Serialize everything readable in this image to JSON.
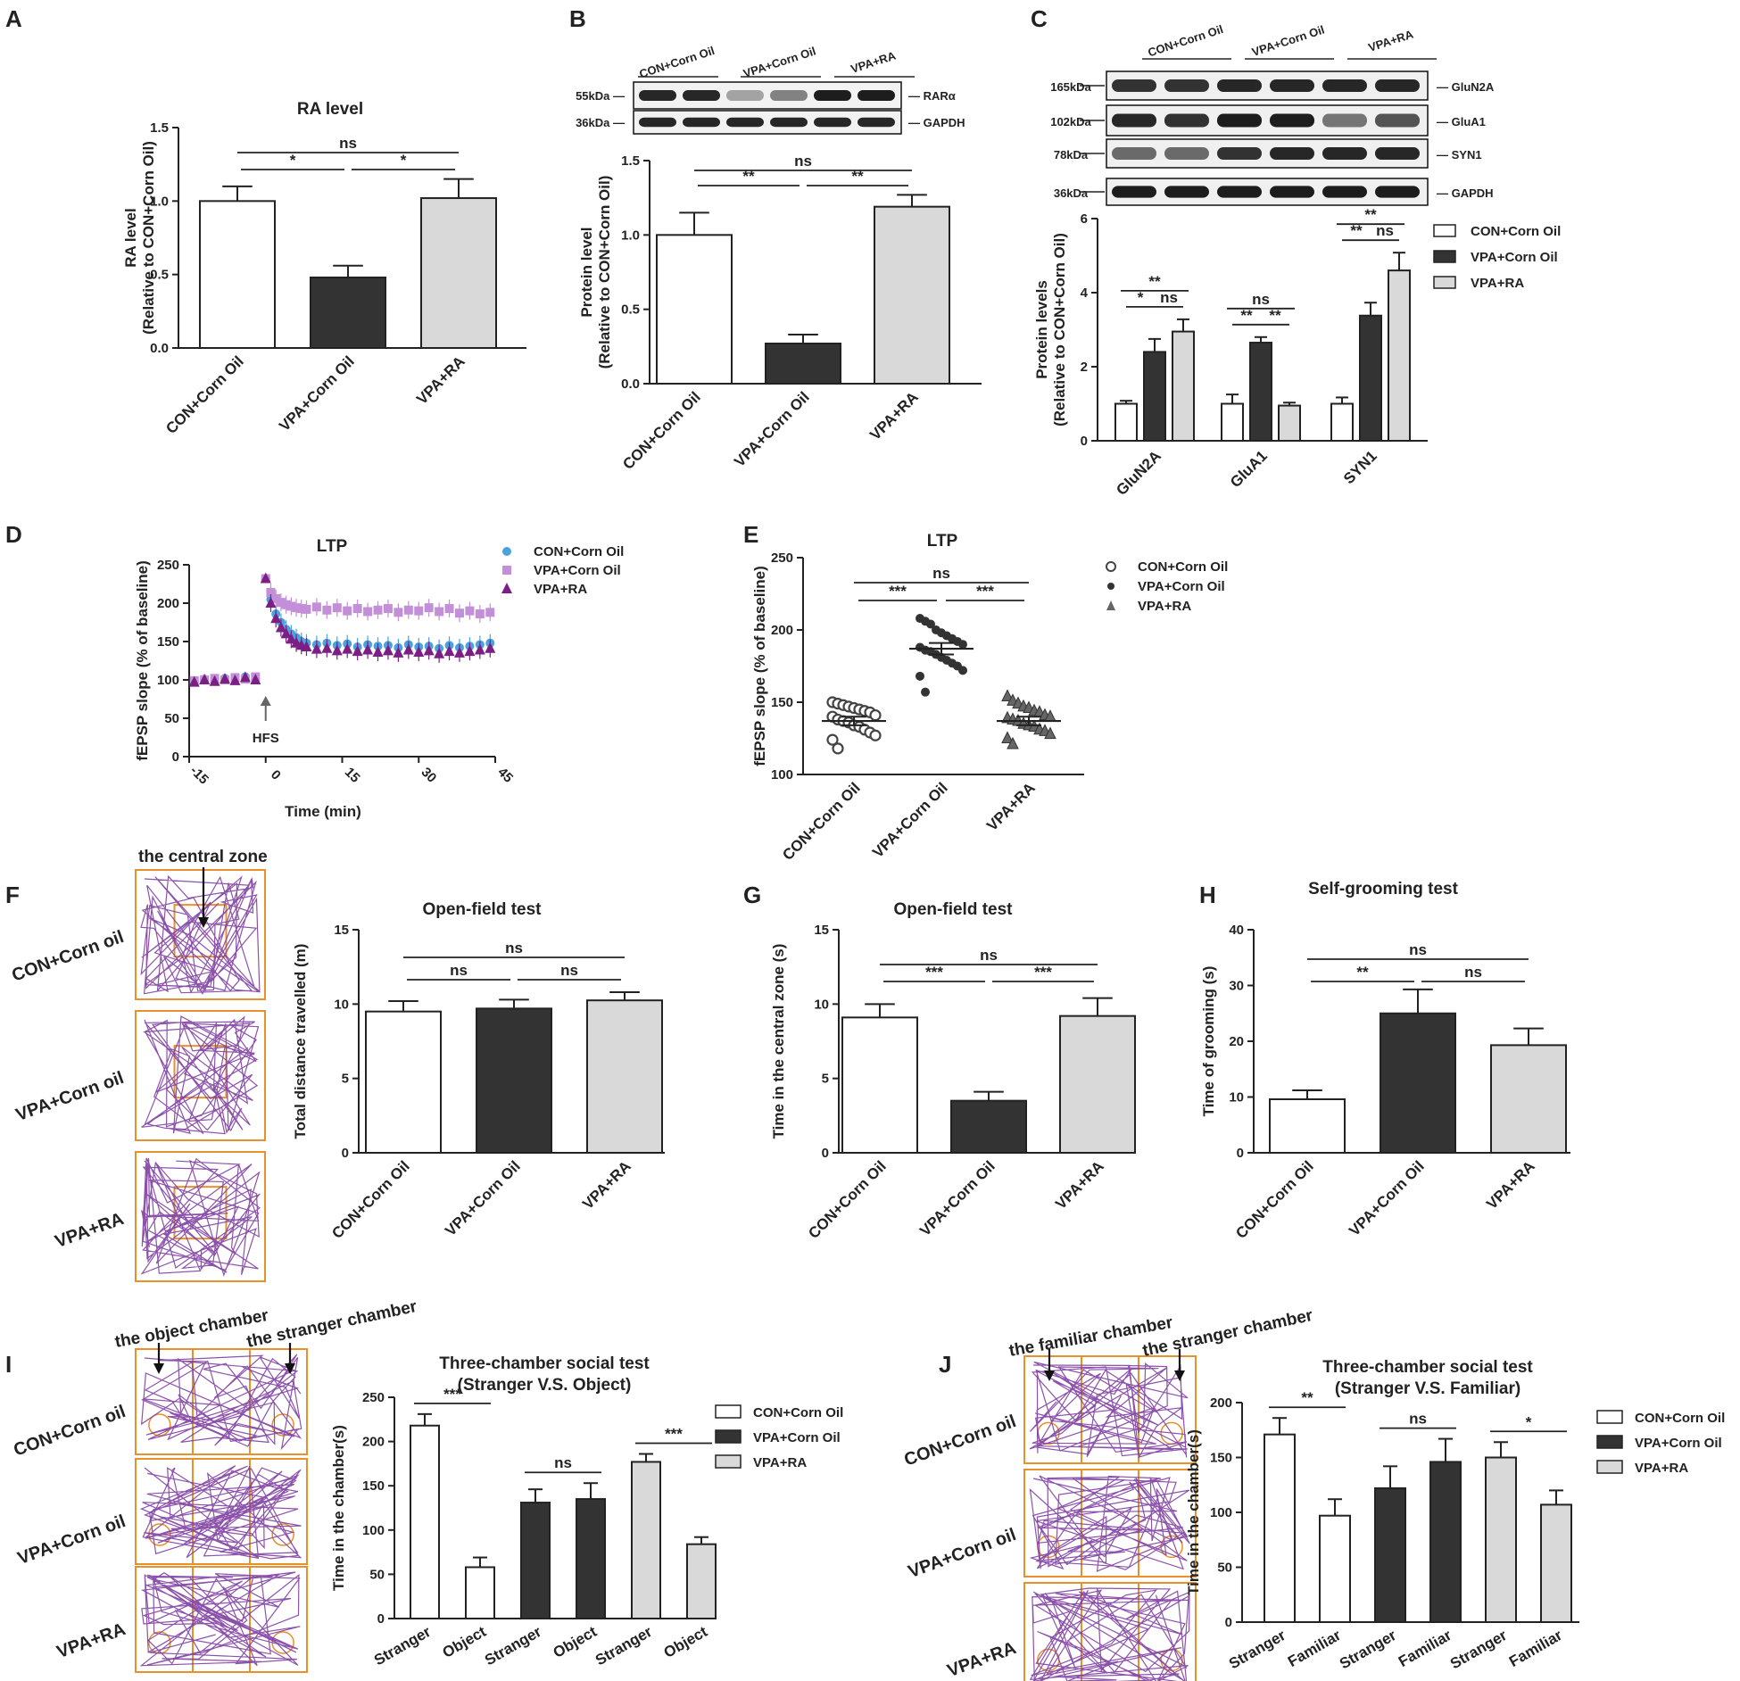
{
  "colors": {
    "control": "#ffffff",
    "vpa": "#333333",
    "ra": "#d9d9d9",
    "edge": "#222222",
    "ltp_con": "#4aa3df",
    "ltp_vpa": "#c38fd9",
    "ltp_ra": "#7b1f85",
    "track": "#7f3fa2",
    "box": "#e8902a"
  },
  "panels": {
    "A": "A",
    "B": "B",
    "C": "C",
    "D": "D",
    "E": "E",
    "F": "F",
    "G": "G",
    "H": "H",
    "I": "I",
    "J": "J"
  },
  "blots": {
    "B": {
      "groups": [
        "CON+Corn Oil",
        "VPA+Corn Oil",
        "VPA+RA"
      ],
      "mw": [
        "55kDa",
        "36kDa"
      ],
      "proteins": [
        "RARα",
        "GAPDH"
      ]
    },
    "C": {
      "groups": [
        "CON+Corn Oil",
        "VPA+Corn Oil",
        "VPA+RA"
      ],
      "mw": [
        "165kDa",
        "102kDa",
        "78kDa",
        "36kDa"
      ],
      "proteins": [
        "GluN2A",
        "GluA1",
        "SYN1",
        "GAPDH"
      ]
    }
  },
  "hfs_label": "HFS",
  "notes": {
    "central_zone": "the central zone",
    "object_chamber": "the object chamber",
    "stranger_chamber": "the stranger chamber",
    "familiar_chamber": "the familiar chamber"
  },
  "track_rows": {
    "F": [
      "CON+Corn oil",
      "VPA+Corn oil",
      "VPA+RA"
    ],
    "I": [
      "CON+Corn oil",
      "VPA+Corn oil",
      "VPA+RA"
    ],
    "J": [
      "CON+Corn oil",
      "VPA+Corn oil",
      "VPA+RA"
    ]
  },
  "chart_data": [
    {
      "panel": "A",
      "type": "bar",
      "title": "RA level",
      "ylabel": [
        "RA level",
        "(Relative to CON+Corn Oil)"
      ],
      "categories": [
        "CON+Corn Oil",
        "VPA+Corn Oil",
        "VPA+RA"
      ],
      "values": [
        1.0,
        0.48,
        1.02
      ],
      "errors": [
        0.1,
        0.08,
        0.13
      ],
      "ylim": [
        0,
        1.5
      ],
      "yticks": [
        "0.0",
        "0.5",
        "1.0",
        "1.5"
      ],
      "significance": [
        {
          "pair": [
            0,
            1
          ],
          "label": "*"
        },
        {
          "pair": [
            1,
            2
          ],
          "label": "*"
        },
        {
          "pair": [
            0,
            2
          ],
          "label": "ns"
        }
      ]
    },
    {
      "panel": "B",
      "type": "bar",
      "title": "",
      "ylabel": [
        "Protein level",
        "(Relative to CON+Corn Oil)"
      ],
      "categories": [
        "CON+Corn Oil",
        "VPA+Corn Oil",
        "VPA+RA"
      ],
      "values": [
        1.0,
        0.27,
        1.19
      ],
      "errors": [
        0.15,
        0.06,
        0.08
      ],
      "ylim": [
        0,
        1.5
      ],
      "yticks": [
        "0.0",
        "0.5",
        "1.0",
        "1.5"
      ],
      "significance": [
        {
          "pair": [
            0,
            1
          ],
          "label": "**"
        },
        {
          "pair": [
            1,
            2
          ],
          "label": "**"
        },
        {
          "pair": [
            0,
            2
          ],
          "label": "ns"
        }
      ]
    },
    {
      "panel": "C",
      "type": "bar",
      "title": "",
      "ylabel": [
        "Protein levels",
        "(Relative to CON+Corn Oil)"
      ],
      "categories": [
        "GluN2A",
        "GluA1",
        "SYN1"
      ],
      "ylim": [
        0,
        6
      ],
      "yticks": [
        "0",
        "2",
        "4",
        "6"
      ],
      "series": [
        {
          "name": "CON+Corn Oil",
          "values": [
            1.0,
            1.0,
            1.0
          ],
          "errors": [
            0.08,
            0.25,
            0.17
          ]
        },
        {
          "name": "VPA+Corn Oil",
          "values": [
            2.4,
            2.65,
            3.38
          ],
          "errors": [
            0.35,
            0.15,
            0.35
          ]
        },
        {
          "name": "VPA+RA",
          "values": [
            2.95,
            0.95,
            4.6
          ],
          "errors": [
            0.33,
            0.08,
            0.48
          ]
        }
      ],
      "significance": [
        {
          "group": 0,
          "pair": [
            0,
            1
          ],
          "label": "*"
        },
        {
          "group": 0,
          "pair": [
            1,
            2
          ],
          "label": "ns"
        },
        {
          "group": 0,
          "pair": [
            0,
            2
          ],
          "label": "**"
        },
        {
          "group": 1,
          "pair": [
            0,
            1
          ],
          "label": "**"
        },
        {
          "group": 1,
          "pair": [
            1,
            2
          ],
          "label": "**"
        },
        {
          "group": 1,
          "pair": [
            0,
            2
          ],
          "label": "ns"
        },
        {
          "group": 2,
          "pair": [
            0,
            1
          ],
          "label": "**"
        },
        {
          "group": 2,
          "pair": [
            1,
            2
          ],
          "label": "ns"
        },
        {
          "group": 2,
          "pair": [
            0,
            2
          ],
          "label": "**"
        }
      ]
    },
    {
      "panel": "D",
      "type": "scatter",
      "title": "LTP",
      "xlabel": "Time (min)",
      "ylabel": "fEPSP slope (% of baseline)",
      "xlim": [
        -15,
        45
      ],
      "xticks": [
        "-15",
        "0",
        "15",
        "30",
        "45"
      ],
      "ylim": [
        0,
        250
      ],
      "yticks": [
        "0",
        "50",
        "100",
        "150",
        "200",
        "250"
      ],
      "series": [
        {
          "name": "CON+Corn Oil",
          "x": [
            -14,
            -12,
            -10,
            -8,
            -6,
            -4,
            -2,
            0,
            1,
            2,
            3,
            4,
            5,
            6,
            7,
            8,
            10,
            12,
            14,
            16,
            18,
            20,
            22,
            24,
            26,
            28,
            30,
            32,
            34,
            36,
            38,
            40,
            42,
            44
          ],
          "y": [
            98,
            101,
            99,
            102,
            100,
            104,
            101,
            232,
            205,
            186,
            175,
            166,
            160,
            155,
            150,
            148,
            146,
            148,
            145,
            147,
            143,
            146,
            144,
            145,
            142,
            146,
            143,
            144,
            141,
            145,
            142,
            144,
            146,
            148
          ]
        },
        {
          "name": "VPA+Corn Oil",
          "x": [
            -14,
            -12,
            -10,
            -8,
            -6,
            -4,
            -2,
            0,
            1,
            2,
            3,
            4,
            5,
            6,
            7,
            8,
            10,
            12,
            14,
            16,
            18,
            20,
            22,
            24,
            26,
            28,
            30,
            32,
            34,
            36,
            38,
            40,
            42,
            44
          ],
          "y": [
            99,
            100,
            102,
            100,
            103,
            101,
            104,
            232,
            214,
            206,
            201,
            198,
            196,
            194,
            193,
            192,
            195,
            191,
            194,
            190,
            193,
            189,
            191,
            193,
            188,
            191,
            190,
            194,
            189,
            193,
            187,
            190,
            186,
            188
          ]
        },
        {
          "name": "VPA+RA",
          "x": [
            -14,
            -12,
            -10,
            -8,
            -6,
            -4,
            -2,
            0,
            1,
            2,
            3,
            4,
            5,
            6,
            7,
            8,
            10,
            12,
            14,
            16,
            18,
            20,
            22,
            24,
            26,
            28,
            30,
            32,
            34,
            36,
            38,
            40,
            42,
            44
          ],
          "y": [
            97,
            100,
            98,
            101,
            99,
            103,
            100,
            232,
            200,
            180,
            168,
            160,
            153,
            148,
            145,
            143,
            140,
            141,
            138,
            140,
            137,
            139,
            136,
            138,
            135,
            139,
            136,
            138,
            134,
            137,
            135,
            137,
            139,
            141
          ]
        }
      ]
    },
    {
      "panel": "E",
      "type": "scatter",
      "title": "LTP",
      "ylabel": "fEPSP slope (% of baseline)",
      "categories": [
        "CON+Corn Oil",
        "VPA+Corn Oil",
        "VPA+RA"
      ],
      "ylim": [
        100,
        250
      ],
      "yticks": [
        "100",
        "150",
        "200",
        "250"
      ],
      "series": [
        {
          "name": "CON+Corn Oil",
          "mean": 137,
          "sem": 3,
          "values": [
            150,
            149,
            148,
            147,
            146,
            145,
            144,
            143,
            141,
            140,
            138,
            137,
            136,
            134,
            133,
            131,
            129,
            127,
            124,
            118
          ]
        },
        {
          "name": "VPA+Corn Oil",
          "mean": 187,
          "sem": 4,
          "values": [
            208,
            206,
            204,
            200,
            198,
            196,
            194,
            192,
            190,
            188,
            186,
            185,
            183,
            181,
            179,
            177,
            175,
            172,
            168,
            157
          ]
        },
        {
          "name": "VPA+RA",
          "mean": 137,
          "sem": 3,
          "values": [
            154,
            151,
            149,
            147,
            146,
            144,
            143,
            141,
            140,
            139,
            138,
            137,
            135,
            134,
            133,
            131,
            130,
            128,
            125,
            121
          ]
        }
      ],
      "significance": [
        {
          "pair": [
            0,
            1
          ],
          "label": "***"
        },
        {
          "pair": [
            1,
            2
          ],
          "label": "***"
        },
        {
          "pair": [
            0,
            2
          ],
          "label": "ns"
        }
      ]
    },
    {
      "panel": "F",
      "type": "bar",
      "title": "Open-field test",
      "ylabel": [
        "Total distance travelled (m)"
      ],
      "categories": [
        "CON+Corn Oil",
        "VPA+Corn Oil",
        "VPA+RA"
      ],
      "values": [
        9.5,
        9.7,
        10.25
      ],
      "errors": [
        0.7,
        0.6,
        0.55
      ],
      "ylim": [
        0,
        15
      ],
      "yticks": [
        "0",
        "5",
        "10",
        "15"
      ],
      "significance": [
        {
          "pair": [
            0,
            1
          ],
          "label": "ns"
        },
        {
          "pair": [
            1,
            2
          ],
          "label": "ns"
        },
        {
          "pair": [
            0,
            2
          ],
          "label": "ns"
        }
      ]
    },
    {
      "panel": "G",
      "type": "bar",
      "title": "Open-field test",
      "ylabel": [
        "Time in the central zone (s)"
      ],
      "categories": [
        "CON+Corn Oil",
        "VPA+Corn Oil",
        "VPA+RA"
      ],
      "values": [
        9.1,
        3.5,
        9.2
      ],
      "errors": [
        0.9,
        0.6,
        1.2
      ],
      "ylim": [
        0,
        15
      ],
      "yticks": [
        "0",
        "5",
        "10",
        "15"
      ],
      "significance": [
        {
          "pair": [
            0,
            1
          ],
          "label": "***"
        },
        {
          "pair": [
            1,
            2
          ],
          "label": "***"
        },
        {
          "pair": [
            0,
            2
          ],
          "label": "ns"
        }
      ]
    },
    {
      "panel": "H",
      "type": "bar",
      "title": "Self-grooming test",
      "ylabel": [
        "Time of grooming (s)"
      ],
      "categories": [
        "CON+Corn Oil",
        "VPA+Corn Oil",
        "VPA+RA"
      ],
      "values": [
        9.6,
        25.0,
        19.3
      ],
      "errors": [
        1.6,
        4.3,
        3.0
      ],
      "ylim": [
        0,
        40
      ],
      "yticks": [
        "0",
        "10",
        "20",
        "30",
        "40"
      ],
      "significance": [
        {
          "pair": [
            0,
            1
          ],
          "label": "**"
        },
        {
          "pair": [
            1,
            2
          ],
          "label": "ns"
        },
        {
          "pair": [
            0,
            2
          ],
          "label": "ns"
        }
      ]
    },
    {
      "panel": "I",
      "type": "bar",
      "title": "Three-chamber social test",
      "subtitle": "(Stranger V.S. Object)",
      "ylabel": [
        "Time in the chamber(s)"
      ],
      "ylim": [
        0,
        250
      ],
      "yticks": [
        "0",
        "50",
        "100",
        "150",
        "200",
        "250"
      ],
      "categories": [
        "Stranger",
        "Object",
        "Stranger",
        "Object",
        "Stranger",
        "Object"
      ],
      "series": [
        {
          "name": "CON+Corn Oil",
          "values": [
            218,
            58
          ],
          "errors": [
            13,
            11
          ]
        },
        {
          "name": "VPA+Corn Oil",
          "values": [
            131,
            135
          ],
          "errors": [
            15,
            18
          ]
        },
        {
          "name": "VPA+RA",
          "values": [
            177,
            84
          ],
          "errors": [
            9,
            8
          ]
        }
      ],
      "significance": [
        {
          "group": 0,
          "label": "***"
        },
        {
          "group": 1,
          "label": "ns"
        },
        {
          "group": 2,
          "label": "***"
        }
      ]
    },
    {
      "panel": "J",
      "type": "bar",
      "title": "Three-chamber social test",
      "subtitle": "(Stranger V.S. Familiar)",
      "ylabel": [
        "Time in the chamber(s)"
      ],
      "ylim": [
        0,
        200
      ],
      "yticks": [
        "0",
        "50",
        "100",
        "150",
        "200"
      ],
      "categories": [
        "Stranger",
        "Familiar",
        "Stranger",
        "Familiar",
        "Stranger",
        "Familiar"
      ],
      "series": [
        {
          "name": "CON+Corn Oil",
          "values": [
            171,
            97
          ],
          "errors": [
            15,
            15
          ]
        },
        {
          "name": "VPA+Corn Oil",
          "values": [
            122,
            146
          ],
          "errors": [
            20,
            21
          ]
        },
        {
          "name": "VPA+RA",
          "values": [
            150,
            107
          ],
          "errors": [
            14,
            13
          ]
        }
      ],
      "significance": [
        {
          "group": 0,
          "label": "**"
        },
        {
          "group": 1,
          "label": "ns"
        },
        {
          "group": 2,
          "label": "*"
        }
      ]
    }
  ]
}
